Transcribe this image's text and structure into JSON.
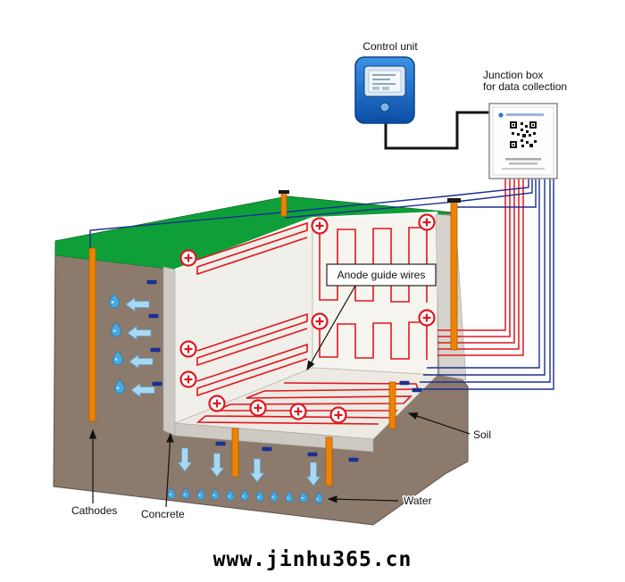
{
  "watermark": "www.jinhu365.cn",
  "labels": {
    "control_unit": "Control unit",
    "junction_box_line1": "Junction box",
    "junction_box_line2": "for data collection",
    "anode_guide_wires": "Anode guide wires",
    "soil": "Soil",
    "water": "Water",
    "cathodes": "Cathodes",
    "concrete": "Concrete"
  },
  "colors": {
    "soil_brown": "#8c7a6c",
    "grass_green": "#0f9f38",
    "anode_wire_red": "#e0161f",
    "cathode_orange": "#ef8200",
    "wire_blue": "#1c2f92",
    "water_blue": "#45a9e2",
    "arrow_light_blue": "#a8d8f2",
    "control_unit_blue": "#1a5fb8",
    "concrete_gray": "#cdcac4"
  }
}
